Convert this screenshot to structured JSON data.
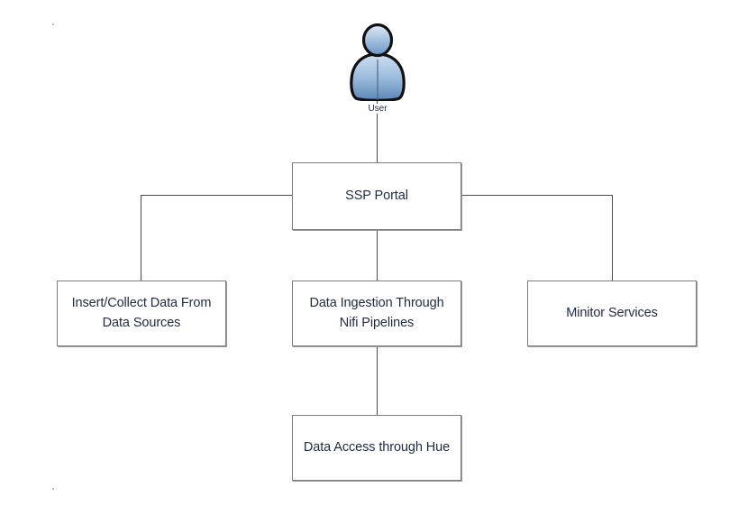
{
  "diagram": {
    "type": "architecture-flow-diagram",
    "background_color": "#ffffff",
    "line_color": "#4a4a4a",
    "box_border_color": "#7d7d7d",
    "text_color": "#1f2a44",
    "actor": {
      "icon": "user-person-icon",
      "label": "User",
      "fill_top": "#cfe0f2",
      "fill_bottom": "#5c87b8",
      "outline": "#111111"
    },
    "nodes": [
      {
        "id": "ssp-portal",
        "label": "SSP Portal"
      },
      {
        "id": "insert-collect",
        "label": "Insert/Collect Data From\nData Sources"
      },
      {
        "id": "data-ingestion",
        "label": "Data Ingestion Through\nNifi Pipelines"
      },
      {
        "id": "minitor-services",
        "label": "Minitor Services"
      },
      {
        "id": "data-access",
        "label": "Data Access through Hue"
      }
    ],
    "connections": [
      {
        "from": "User",
        "to": "SSP Portal",
        "style": "straight-vertical"
      },
      {
        "from": "SSP Portal",
        "to": "Insert/Collect Data From Data Sources",
        "style": "elbow-left"
      },
      {
        "from": "SSP Portal",
        "to": "Data Ingestion Through Nifi Pipelines",
        "style": "straight-vertical"
      },
      {
        "from": "SSP Portal",
        "to": "Minitor Services",
        "style": "elbow-right"
      },
      {
        "from": "Data Ingestion Through Nifi Pipelines",
        "to": "Data Access through Hue",
        "style": "straight-vertical"
      }
    ]
  }
}
